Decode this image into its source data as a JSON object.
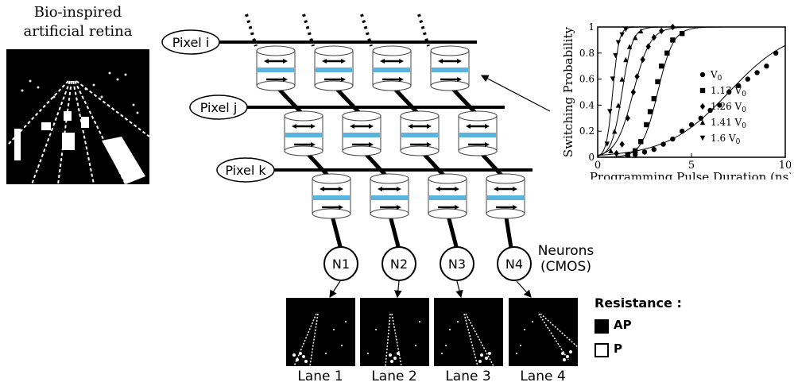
{
  "retina": {
    "title_line1": "Bio-inspired",
    "title_line2": "artificial retina"
  },
  "pixels": [
    {
      "label": "Pixel i"
    },
    {
      "label": "Pixel j"
    },
    {
      "label": "Pixel k"
    }
  ],
  "neurons": {
    "items": [
      "N1",
      "N2",
      "N3",
      "N4"
    ],
    "caption_line1": "Neurons",
    "caption_line2": "(CMOS)"
  },
  "lanes": [
    "Lane 1",
    "Lane 2",
    "Lane 3",
    "Lane 4"
  ],
  "resistance": {
    "title": "Resistance :",
    "states": [
      {
        "label": "AP",
        "fill": "#000000"
      },
      {
        "label": "P",
        "fill": "#ffffff"
      }
    ]
  },
  "colors": {
    "free_layer": "#5ab4e0",
    "background": "#ffffff",
    "ink": "#000000"
  },
  "chart_data": {
    "type": "scatter",
    "xlabel": "Programming Pulse Duration (ns)",
    "ylabel": "Switching Probability",
    "xlim": [
      0,
      10
    ],
    "ylim": [
      0,
      1
    ],
    "x_ticks": [
      "0",
      "5",
      "10"
    ],
    "y_ticks": [
      "0",
      "0.2",
      "0.4",
      "0.6",
      "0.8",
      "1"
    ],
    "series": [
      {
        "name": "V0",
        "marker": "circle",
        "points": [
          [
            2,
            0.02
          ],
          [
            2.5,
            0.04
          ],
          [
            3,
            0.06
          ],
          [
            3.5,
            0.1
          ],
          [
            4,
            0.14
          ],
          [
            4.5,
            0.2
          ],
          [
            5,
            0.25
          ],
          [
            5.5,
            0.3
          ],
          [
            6,
            0.36
          ],
          [
            6.5,
            0.4
          ],
          [
            7,
            0.5
          ],
          [
            7.5,
            0.55
          ],
          [
            8,
            0.6
          ],
          [
            8.5,
            0.65
          ],
          [
            9,
            0.7
          ],
          [
            9.5,
            0.8
          ]
        ]
      },
      {
        "name": "1.13 V0",
        "marker": "square",
        "points": [
          [
            1.6,
            0.02
          ],
          [
            2,
            0.05
          ],
          [
            2.3,
            0.12
          ],
          [
            2.6,
            0.25
          ],
          [
            2.8,
            0.35
          ],
          [
            3,
            0.45
          ],
          [
            3.2,
            0.58
          ],
          [
            3.4,
            0.7
          ],
          [
            3.7,
            0.8
          ],
          [
            4,
            0.9
          ],
          [
            4.5,
            0.95
          ]
        ]
      },
      {
        "name": "1.26 V0",
        "marker": "diamond",
        "points": [
          [
            1,
            0.03
          ],
          [
            1.3,
            0.1
          ],
          [
            1.6,
            0.3
          ],
          [
            1.9,
            0.5
          ],
          [
            2.1,
            0.62
          ],
          [
            2.4,
            0.75
          ],
          [
            2.7,
            0.85
          ],
          [
            3,
            0.92
          ],
          [
            3.4,
            0.97
          ],
          [
            4,
            1.0
          ]
        ]
      },
      {
        "name": "1.41 V0",
        "marker": "triangle",
        "points": [
          [
            0.7,
            0.05
          ],
          [
            0.9,
            0.2
          ],
          [
            1.1,
            0.4
          ],
          [
            1.3,
            0.6
          ],
          [
            1.5,
            0.75
          ],
          [
            1.7,
            0.85
          ],
          [
            2,
            0.92
          ],
          [
            2.3,
            0.97
          ]
        ]
      },
      {
        "name": "1.6 V0",
        "marker": "triangle-down",
        "points": [
          [
            0.5,
            0.1
          ],
          [
            0.65,
            0.35
          ],
          [
            0.8,
            0.6
          ],
          [
            0.95,
            0.78
          ],
          [
            1.1,
            0.88
          ],
          [
            1.3,
            0.94
          ],
          [
            1.5,
            0.98
          ]
        ]
      }
    ]
  }
}
